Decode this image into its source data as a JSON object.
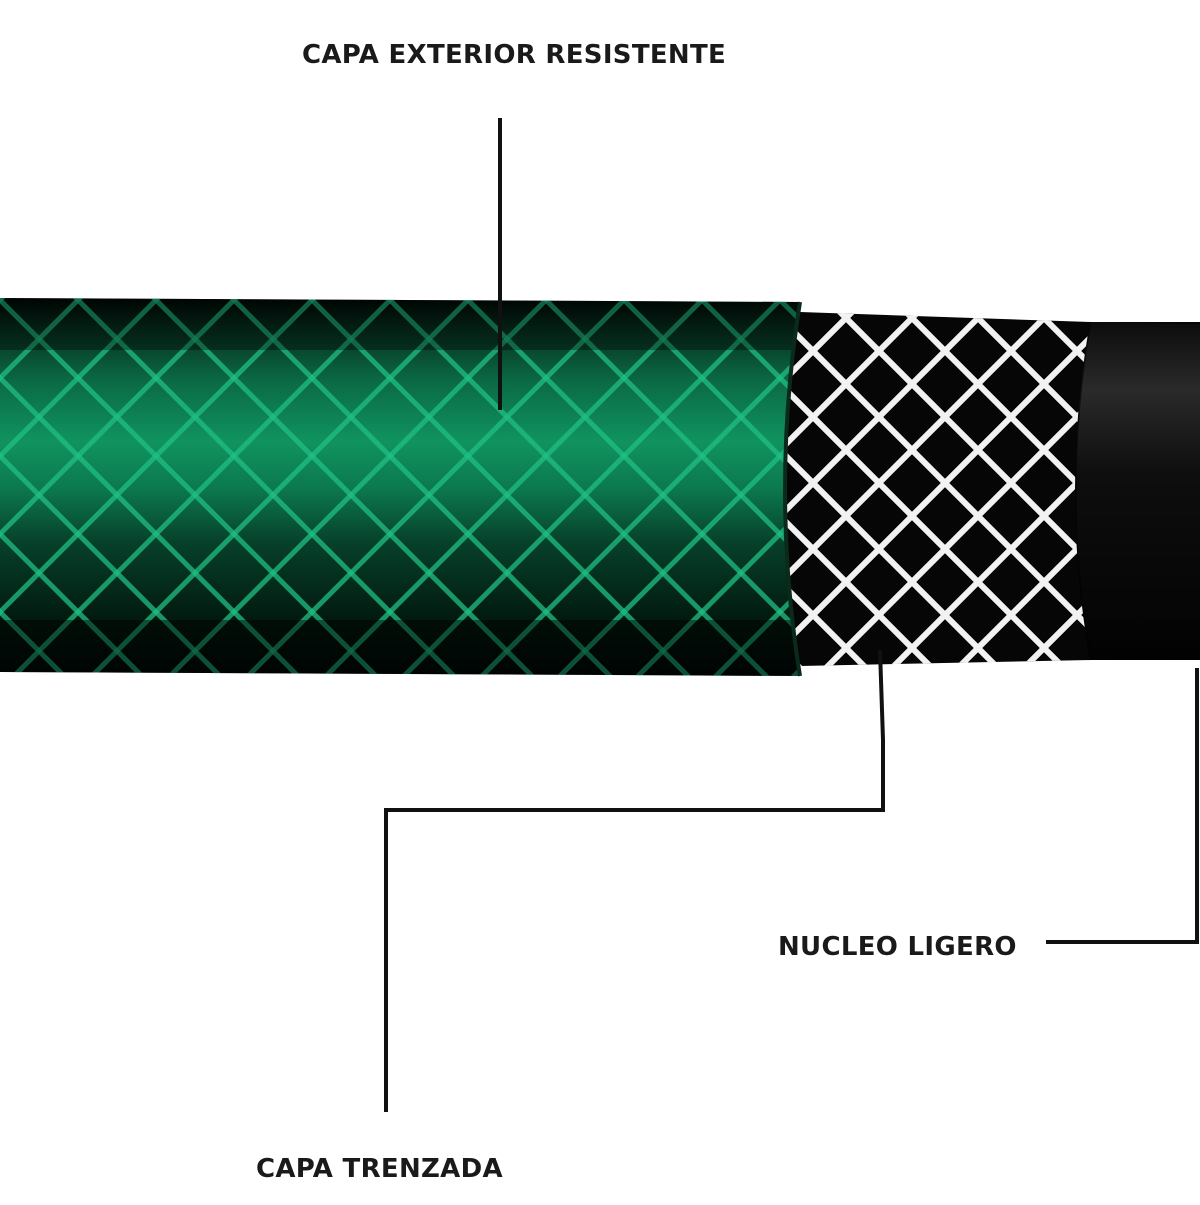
{
  "labels": {
    "outer_layer": "CAPA EXTERIOR RESISTENTE",
    "core": "NUCLEO LIGERO",
    "braided_layer": "CAPA TRENZADA"
  },
  "colors": {
    "background": "#ffffff",
    "outer_layer_green": "#0f8a5a",
    "outer_layer_dark": "#041a10",
    "braid_mesh": "#eeeeee",
    "core_black": "#0a0a0a",
    "leader_line": "#111111",
    "label_text": "#1a1a1a"
  }
}
